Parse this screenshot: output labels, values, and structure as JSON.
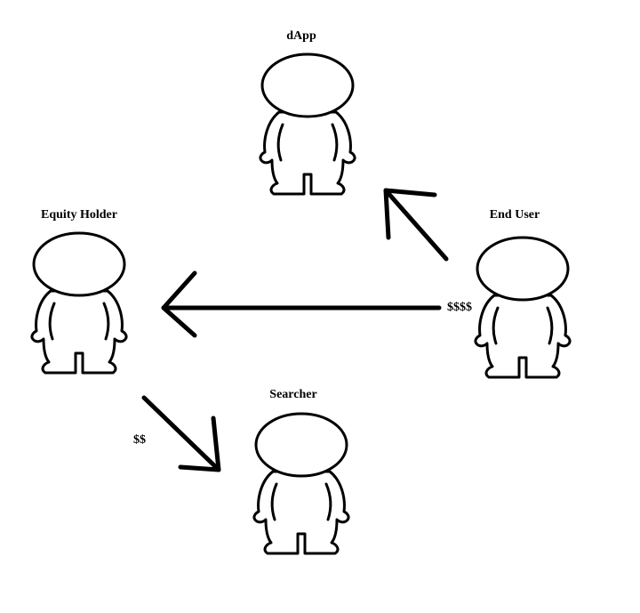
{
  "nodes": {
    "dapp": {
      "label": "dApp"
    },
    "equity_holder": {
      "label": "Equity Holder"
    },
    "end_user": {
      "label": "End User"
    },
    "searcher": {
      "label": "Searcher"
    }
  },
  "edges": {
    "end_user_to_dapp": {
      "from": "End User",
      "to": "dApp",
      "label": ""
    },
    "end_user_to_equity_holder": {
      "from": "End User",
      "to": "Equity Holder",
      "label": "$$$$"
    },
    "equity_holder_to_searcher": {
      "from": "Equity Holder",
      "to": "Searcher",
      "label": "$$"
    }
  },
  "style": {
    "line_color": "#000000",
    "background_color": "#ffffff"
  }
}
